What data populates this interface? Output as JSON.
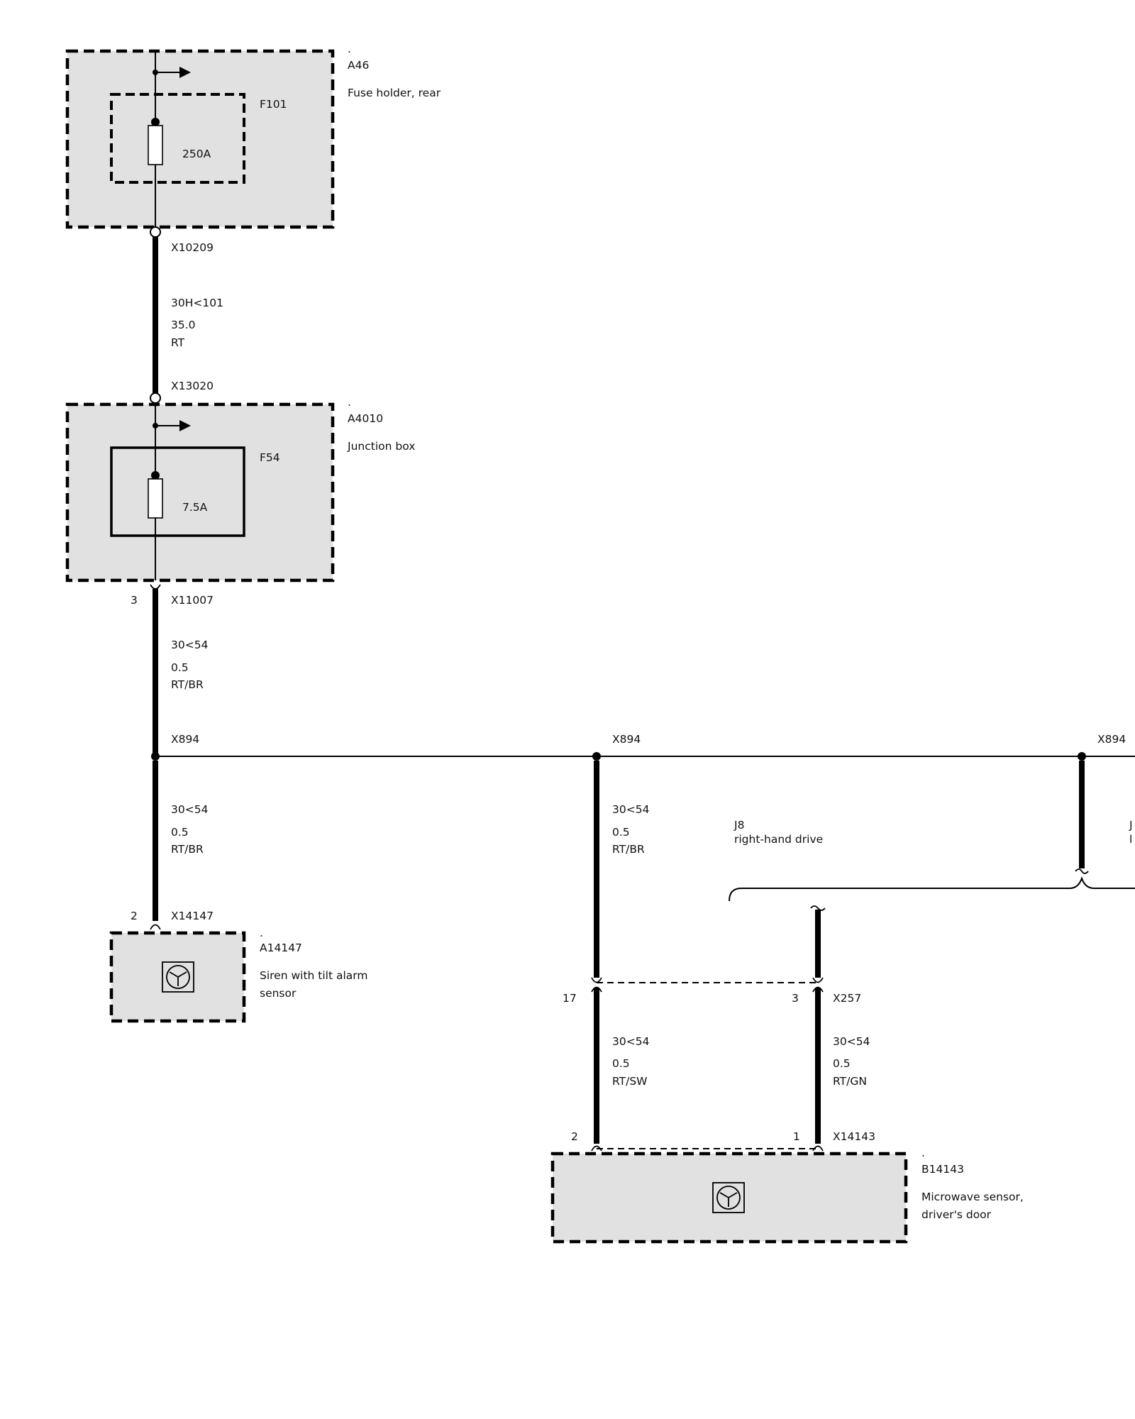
{
  "components": {
    "a46": {
      "marker": ".",
      "id": "A46",
      "desc": "Fuse holder, rear"
    },
    "f101": {
      "id": "F101",
      "rating": "250A"
    },
    "a4010": {
      "marker": ".",
      "id": "A4010",
      "desc": "Junction box"
    },
    "f54": {
      "id": "F54",
      "rating": "7.5A"
    },
    "a14147": {
      "marker": ".",
      "id": "A14147",
      "desc_line1": "Siren with tilt alarm",
      "desc_line2": "sensor"
    },
    "b14143": {
      "marker": ".",
      "id": "B14143",
      "desc_line1": "Microwave sensor,",
      "desc_line2": "driver's door"
    }
  },
  "connectors": {
    "x10209": "X10209",
    "x13020": "X13020",
    "x11007": {
      "id": "X11007",
      "pin": "3"
    },
    "x894_left": "X894",
    "x894_mid": "X894",
    "x894_right": "X894",
    "x14147": {
      "id": "X14147",
      "pin": "2"
    },
    "x257": {
      "id": "X257",
      "pin_left": "17",
      "pin_right": "3"
    },
    "x14143": {
      "id": "X14143",
      "pin_left": "2",
      "pin_right": "1"
    }
  },
  "wires": {
    "w1": {
      "signal": "30H<101",
      "gauge": "35.0",
      "color": "RT"
    },
    "w2": {
      "signal": "30<54",
      "gauge": "0.5",
      "color": "RT/BR"
    },
    "w3": {
      "signal": "30<54",
      "gauge": "0.5",
      "color": "RT/BR"
    },
    "w4": {
      "signal": "30<54",
      "gauge": "0.5",
      "color": "RT/BR"
    },
    "w5": {
      "signal": "30<54",
      "gauge": "0.5",
      "color": "RT/SW"
    },
    "w6": {
      "signal": "30<54",
      "gauge": "0.5",
      "color": "RT/GN"
    }
  },
  "variants": {
    "j8": {
      "id": "J8",
      "desc": "right-hand drive"
    },
    "j_cut": {
      "id": "J",
      "desc": "l"
    }
  }
}
